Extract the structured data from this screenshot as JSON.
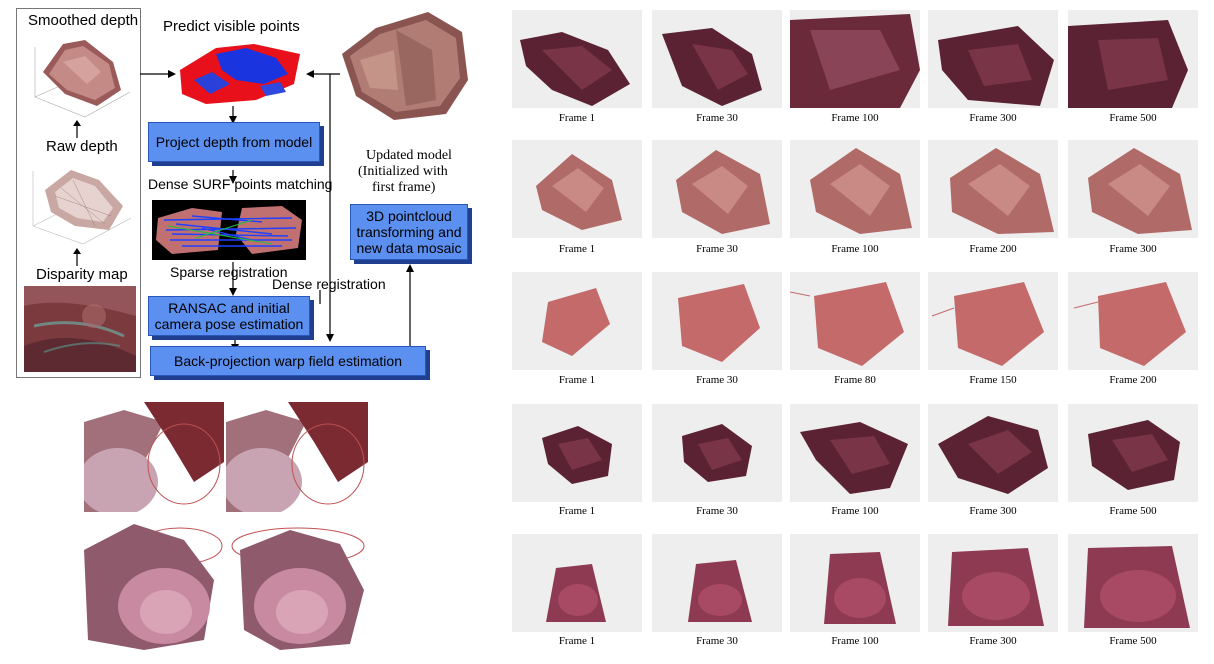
{
  "pipeline": {
    "smoothed_depth": "Smoothed depth",
    "raw_depth": "Raw depth",
    "disparity_map": "Disparity map",
    "predict_visible_points": "Predict visible points",
    "project_depth": "Project depth from model",
    "dense_surf": "Dense SURF points matching",
    "sparse_registration": "Sparse registration",
    "dense_registration": "Dense registration",
    "ransac_line1": "RANSAC and initial",
    "ransac_line2": "camera pose estimation",
    "backprojection": "Back-projection warp field estimation",
    "updated_model_line1": "Updated model",
    "updated_model_line2": "(Initialized with",
    "updated_model_line3": "first frame)",
    "pointcloud_line1": "3D pointcloud",
    "pointcloud_line2": "transforming and",
    "pointcloud_line3": "new data mosaic"
  },
  "frame_grid": {
    "rows": [
      [
        "Frame 1",
        "Frame 30",
        "Frame 100",
        "Frame 300",
        "Frame 500"
      ],
      [
        "Frame 1",
        "Frame 30",
        "Frame 100",
        "Frame 200",
        "Frame 300"
      ],
      [
        "Frame 1",
        "Frame 30",
        "Frame 80",
        "Frame 150",
        "Frame 200"
      ],
      [
        "Frame 1",
        "Frame 30",
        "Frame 100",
        "Frame 300",
        "Frame 500"
      ],
      [
        "Frame 1",
        "Frame 30",
        "Frame 100",
        "Frame 300",
        "Frame 500"
      ]
    ]
  },
  "colors": {
    "box_fill": "#5b8ff0",
    "box_shadow": "#1f3f91",
    "tissue_dark": "#5a2233",
    "tissue_light": "#b06a68",
    "tissue_pink": "#c46a6a",
    "frame_bg": "#eeeeee"
  }
}
